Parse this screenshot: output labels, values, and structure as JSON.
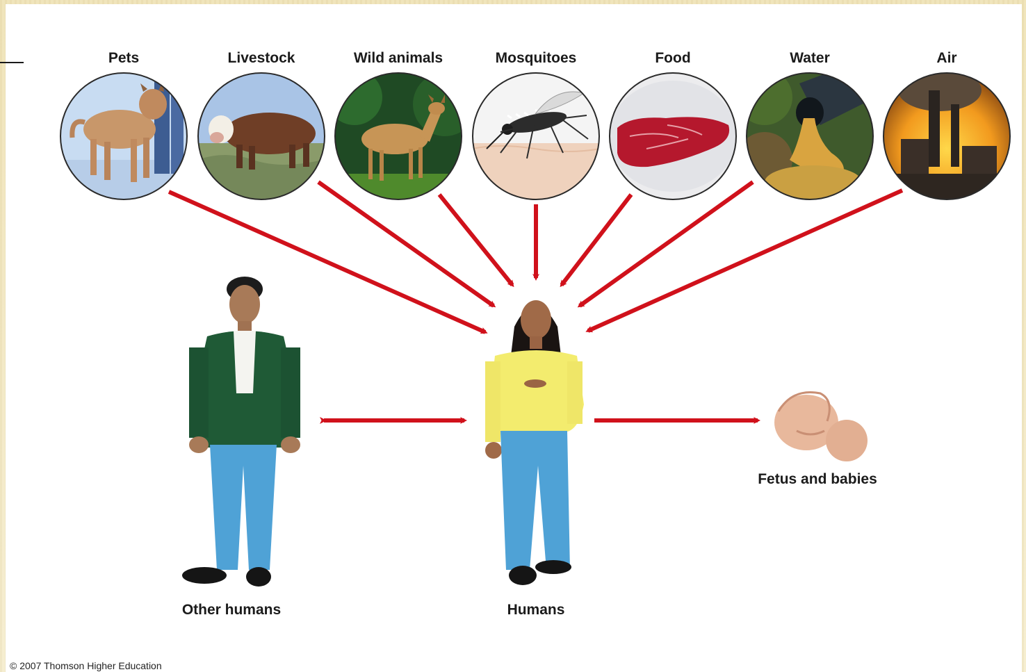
{
  "sources": [
    {
      "label": "Pets",
      "image": "dog"
    },
    {
      "label": "Livestock",
      "image": "cow"
    },
    {
      "label": "Wild animals",
      "image": "deer"
    },
    {
      "label": "Mosquitoes",
      "image": "mosquito"
    },
    {
      "label": "Food",
      "image": "steak"
    },
    {
      "label": "Water",
      "image": "sewage-pipe"
    },
    {
      "label": "Air",
      "image": "smokestack-fire"
    }
  ],
  "people": {
    "other": "Other humans",
    "center": "Humans",
    "fetus": "Fetus and babies"
  },
  "credit": "© 2007 Thomson Higher Education",
  "colors": {
    "arrow": "#d0111b",
    "background": "#f1e8c6"
  }
}
